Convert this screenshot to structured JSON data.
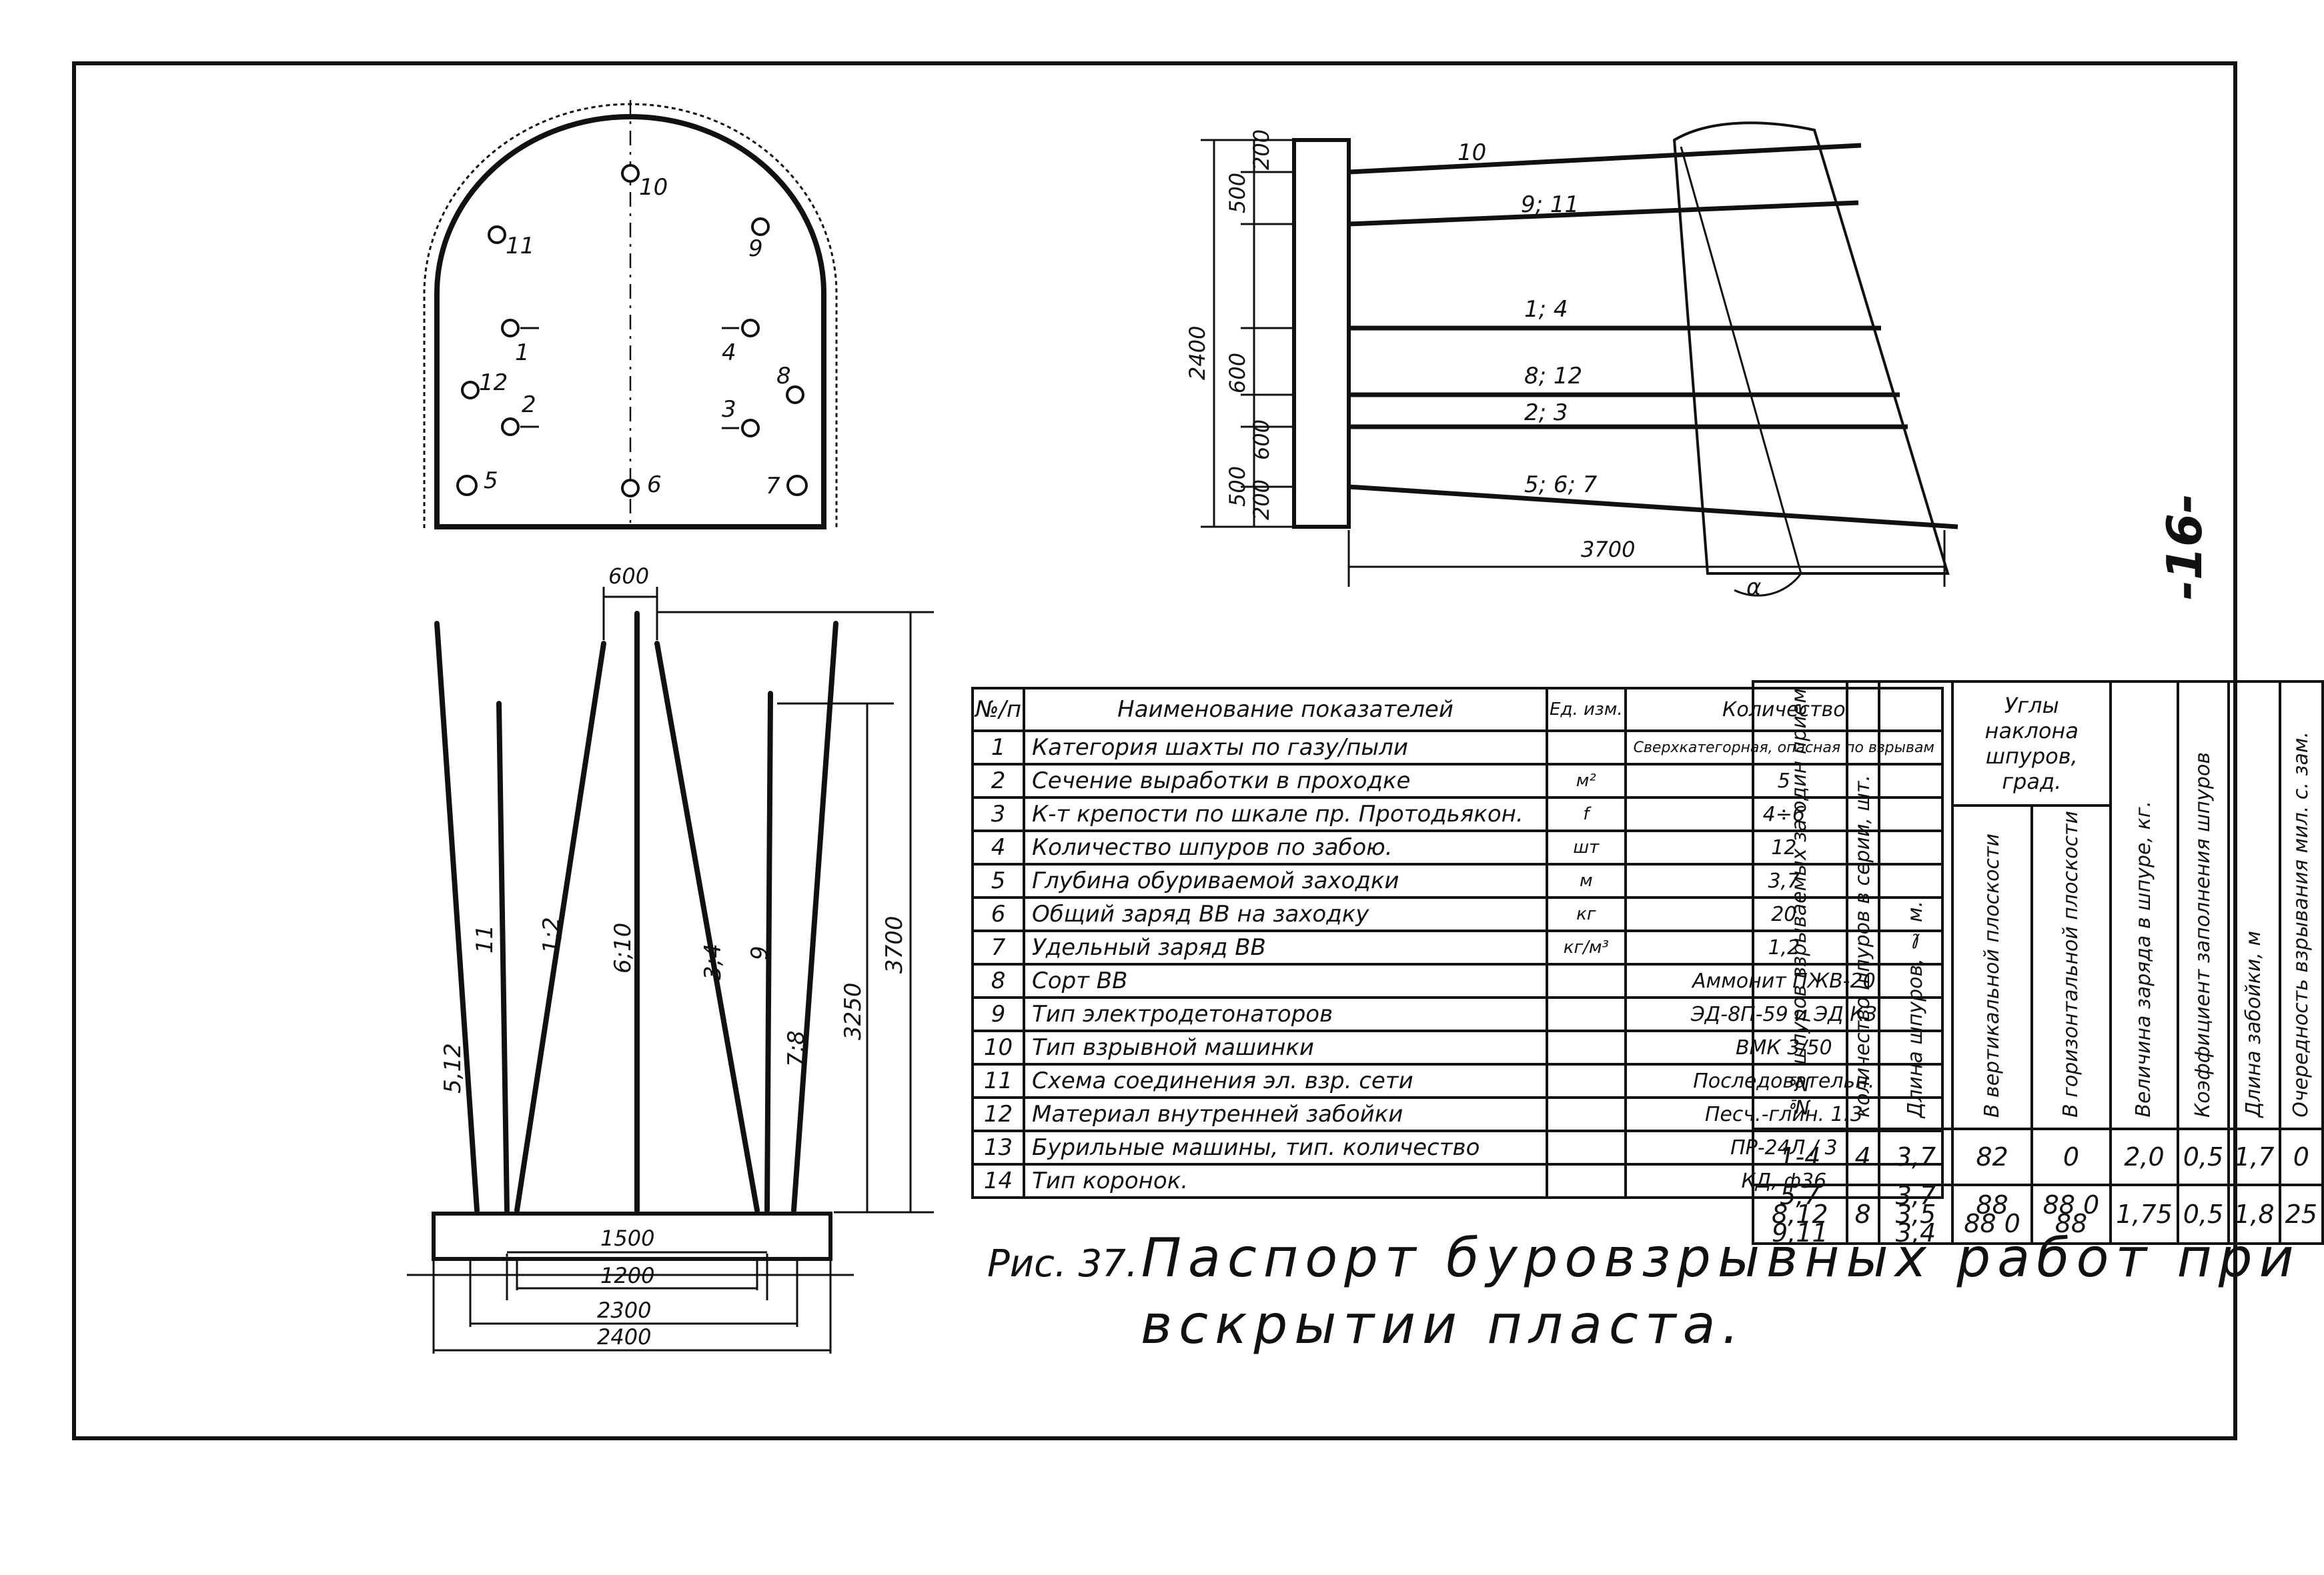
{
  "page_number": "-16-",
  "face_diagram": {
    "holes": [
      {
        "id": "10",
        "label": "10"
      },
      {
        "id": "11",
        "label": "11"
      },
      {
        "id": "9",
        "label": "9"
      },
      {
        "id": "1",
        "label": "1"
      },
      {
        "id": "4",
        "label": "4"
      },
      {
        "id": "12",
        "label": "12"
      },
      {
        "id": "8",
        "label": "8"
      },
      {
        "id": "2",
        "label": "2"
      },
      {
        "id": "3",
        "label": "3"
      },
      {
        "id": "5",
        "label": "5"
      },
      {
        "id": "6",
        "label": "6"
      },
      {
        "id": "7",
        "label": "7"
      }
    ]
  },
  "section_diagram": {
    "hole_labels": [
      "10",
      "9; 11",
      "1; 4",
      "8; 12",
      "2; 3",
      "5; 6; 7"
    ],
    "dims_left": [
      "200",
      "500",
      "2400",
      "600",
      "600",
      "500",
      "200"
    ],
    "length": "3700",
    "angle": "α"
  },
  "plan_diagram": {
    "top_dim": "600",
    "hole_labels": [
      "5,12",
      "11",
      "1;2",
      "6;10",
      "3;4",
      "9",
      "7;8"
    ],
    "right_dims": [
      "3250",
      "3700"
    ],
    "bottom_dims": [
      "1500",
      "1200",
      "2300",
      "2400"
    ]
  },
  "main_table": {
    "headers": {
      "no": "№/п",
      "name": "Наименование показателей",
      "unit": "Ед. изм.",
      "qty": "Количество"
    },
    "rows": [
      {
        "no": "1",
        "name": "Категория шахты по газу/пыли",
        "unit": "",
        "qty": "Сверхкатегорная, опасная по взрывам"
      },
      {
        "no": "2",
        "name": "Сечение выработки в проходке",
        "unit": "м²",
        "qty": "5"
      },
      {
        "no": "3",
        "name": "К-т крепости по шкале пр. Протодьякон.",
        "unit": "f",
        "qty": "4÷6"
      },
      {
        "no": "4",
        "name": "Количество шпуров по забою.",
        "unit": "шт",
        "qty": "12"
      },
      {
        "no": "5",
        "name": "Глубина обуриваемой заходки",
        "unit": "м",
        "qty": "3,7"
      },
      {
        "no": "6",
        "name": "Общий заряд ВВ на заходку",
        "unit": "кг",
        "qty": "20"
      },
      {
        "no": "7",
        "name": "Удельный заряд ВВ",
        "unit": "кг/м³",
        "qty": "1,2"
      },
      {
        "no": "8",
        "name": "Сорт ВВ",
        "unit": "",
        "qty": "Аммонит ПЖВ-20"
      },
      {
        "no": "9",
        "name": "Тип электродетонаторов",
        "unit": "",
        "qty": "ЭД-8П-59 и ЭД КЗ"
      },
      {
        "no": "10",
        "name": "Тип взрывной машинки",
        "unit": "",
        "qty": "ВМК 3/50"
      },
      {
        "no": "11",
        "name": "Схема соединения эл. взр. сети",
        "unit": "",
        "qty": "Последовательн."
      },
      {
        "no": "12",
        "name": "Материал внутренней забойки",
        "unit": "",
        "qty": "Песч.-глин. 1:3"
      },
      {
        "no": "13",
        "name": "Бурильные машины, тип. количество",
        "unit": "",
        "qty": "ПР-24Л / 3"
      },
      {
        "no": "14",
        "name": "Тип коронок.",
        "unit": "",
        "qty": "КД, ф36"
      }
    ]
  },
  "holes_table": {
    "headers": {
      "numbers": "№№ шпуров взрываемых за один прием",
      "count": "количество шпуров в серии, шт.",
      "length": "Длина шпуров, ℓ м.",
      "angles": "Углы наклона шпуров, град.",
      "vertical": "В вертикальной плоскости",
      "horizontal": "В горизонтальной плоскости",
      "charge": "Величина заряда в шпуре, кг.",
      "fill_coef": "Коэффициент заполнения шпуров",
      "stemming": "Длина забойки, м",
      "sequence": "Очередность взрывания мил. с. зам."
    },
    "rows": [
      {
        "numbers": "1-4",
        "count": "4",
        "length": "3,7",
        "vertical": "82",
        "horizontal": "0",
        "charge": "2,0",
        "fill_coef": "0,5",
        "stemming": "1,7",
        "sequence": "0"
      },
      {
        "numbers": "5,7 8,12 9,11",
        "count": "8",
        "length": "3,7 3,5 3,4",
        "vertical": "88 88 0",
        "horizontal": "88 0 88",
        "charge": "1,75",
        "fill_coef": "0,5",
        "stemming": "1,8",
        "sequence": "25"
      }
    ]
  },
  "caption": {
    "prefix": "Рис. 37.",
    "line1": "Паспорт буровзрывных работ при",
    "line2": "вскрытии пласта."
  }
}
